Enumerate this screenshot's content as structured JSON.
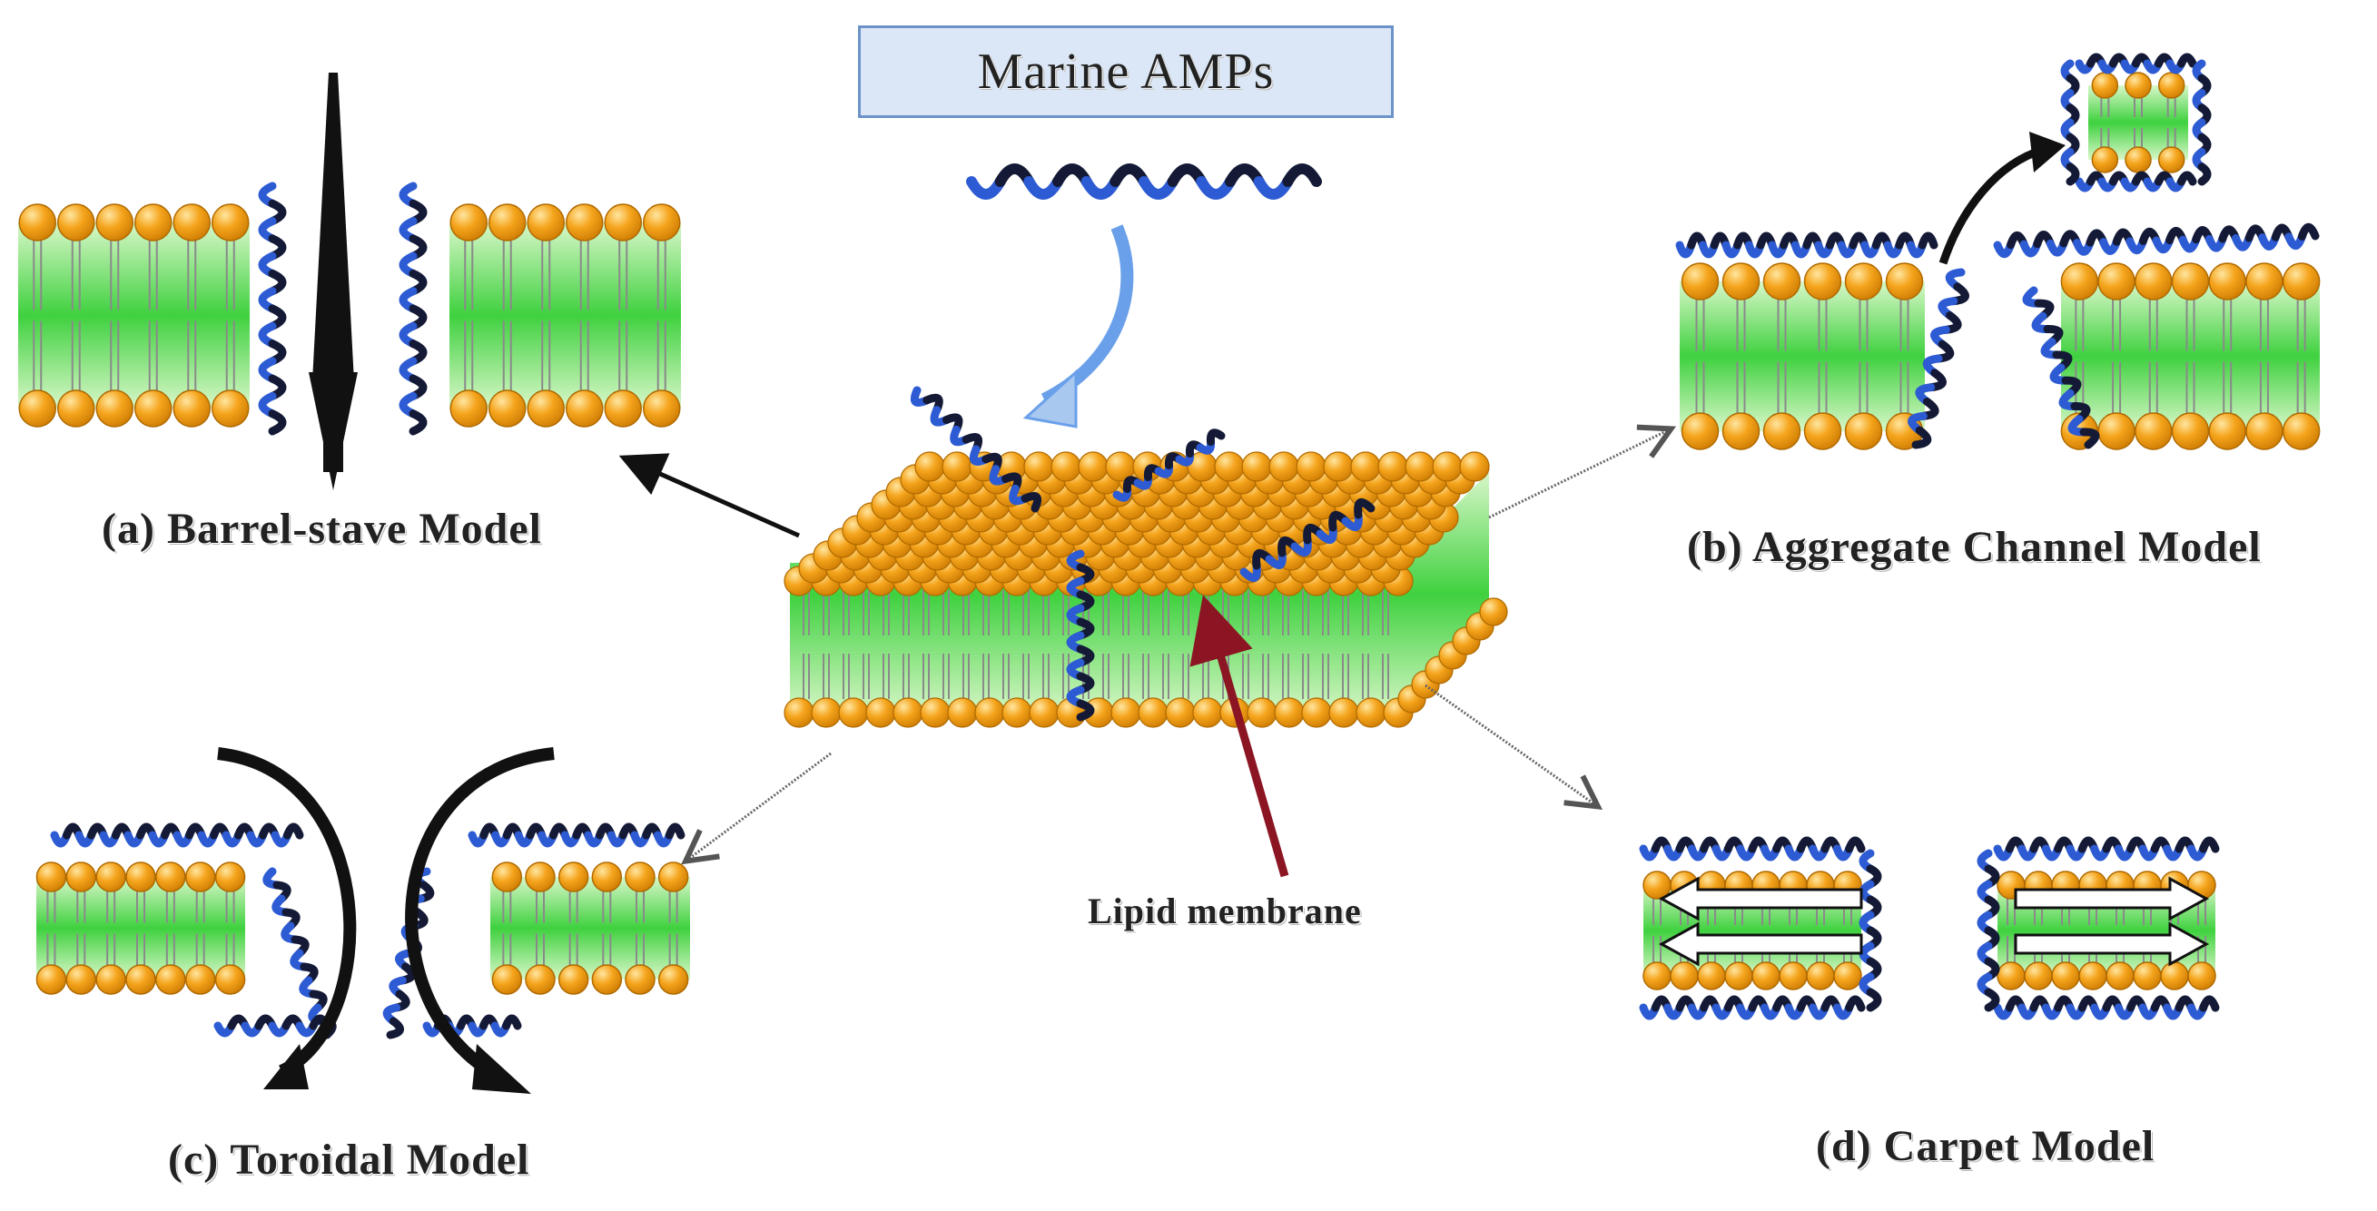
{
  "title": "Marine AMPs",
  "center_label": "Lipid membrane",
  "models": {
    "a": "(a) Barrel-stave Model",
    "b": "(b) Aggregate Channel Model",
    "c": "(c) Toroidal Model",
    "d": "(d) Carpet Model"
  },
  "colors": {
    "head": "#f4a01a",
    "head_stroke": "#b06a00",
    "tail": "#9fe98f",
    "tail_dark": "#3ed13e",
    "peptide_blue": "#2d5bd3",
    "peptide_dark": "#141a36",
    "arrow_red": "#8b1522",
    "title_bg": "#dbe7f6"
  }
}
